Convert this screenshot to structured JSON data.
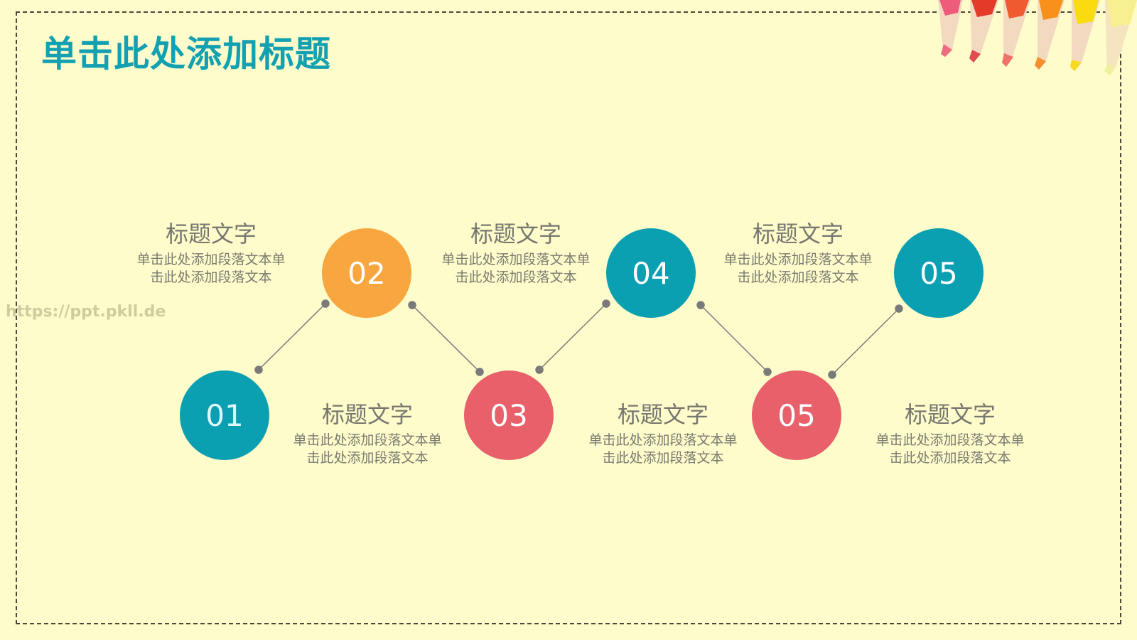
{
  "slide": {
    "title": "单击此处添加标题",
    "watermark": "https://ppt.pkll.de",
    "colors": {
      "teal": "#0b9fb2",
      "orange": "#f8a740",
      "red": "#e8606a",
      "title": "#13a1b2",
      "background": "#fefccb",
      "text": "#7a7a70"
    }
  },
  "steps": [
    {
      "number": "01",
      "color": "#0b9fb2",
      "heading": "标题文字",
      "line1": "单击此处添加段落文本单",
      "line2": "击此处添加段落文本"
    },
    {
      "number": "02",
      "color": "#f8a740",
      "heading": "标题文字",
      "line1": "单击此处添加段落文本单",
      "line2": "击此处添加段落文本"
    },
    {
      "number": "03",
      "color": "#e8606a",
      "heading": "标题文字",
      "line1": "单击此处添加段落文本单",
      "line2": "击此处添加段落文本"
    },
    {
      "number": "04",
      "color": "#0b9fb2",
      "heading": "标题文字",
      "line1": "单击此处添加段落文本单",
      "line2": "击此处添加段落文本"
    },
    {
      "number": "05",
      "color": "#e8606a",
      "heading": "标题文字",
      "line1": "单击此处添加段落文本单",
      "line2": "击此处添加段落文本"
    },
    {
      "number": "05",
      "color": "#0b9fb2",
      "heading": "标题文字",
      "line1": "单击此处添加段落文本单",
      "line2": "击此处添加段落文本"
    }
  ]
}
